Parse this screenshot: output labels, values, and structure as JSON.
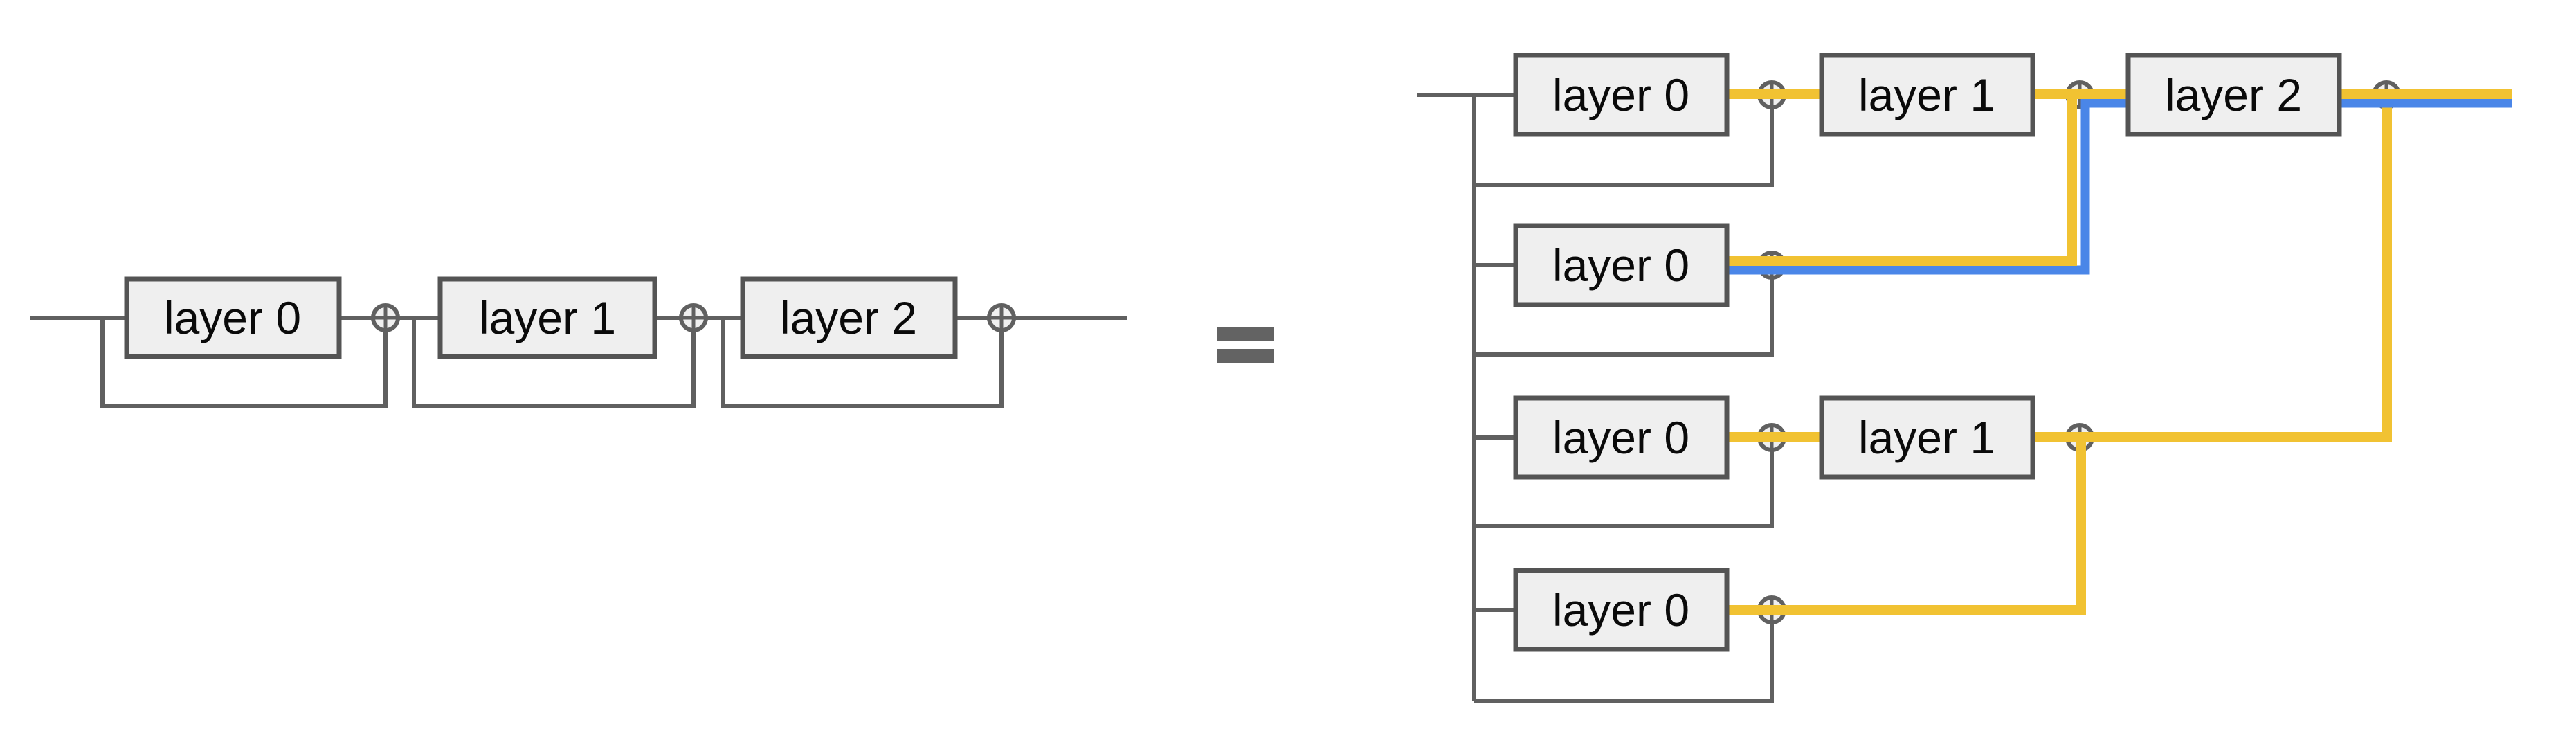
{
  "figure": {
    "description_visible_text_only": "",
    "left_diagram_kind": "residual network, folded view",
    "right_diagram_kind": "residual network, unraveled view"
  },
  "colors": {
    "wire-gray": "#606060",
    "box-fill": "#EFEFEF",
    "box-border": "#545454",
    "equals-gray": "#636363",
    "highlight-yellow": "#F1C232",
    "highlight-blue": "#4A86E8",
    "label-color": "#0A0A0A",
    "canvas-bg": "#FFFFFF"
  },
  "equals": {
    "symbol": "="
  },
  "left_diagram": {
    "layers": [
      {
        "label": "layer 0"
      },
      {
        "label": "layer 1"
      },
      {
        "label": "layer 2"
      }
    ],
    "add_node_icon": "circled-plus",
    "add_node_count": 3
  },
  "right_diagram": {
    "rows": [
      {
        "layers": [
          {
            "label": "layer 0"
          },
          {
            "label": "layer 1"
          },
          {
            "label": "layer 2"
          }
        ]
      },
      {
        "layers": [
          {
            "label": "layer 0"
          }
        ]
      },
      {
        "layers": [
          {
            "label": "layer 0"
          },
          {
            "label": "layer 1"
          }
        ]
      },
      {
        "layers": [
          {
            "label": "layer 0"
          }
        ]
      }
    ],
    "add_node_icon": "circled-plus",
    "add_node_count": 7,
    "highlight_colors": {
      "yellow": "#F1C232",
      "blue": "#4A86E8"
    }
  }
}
